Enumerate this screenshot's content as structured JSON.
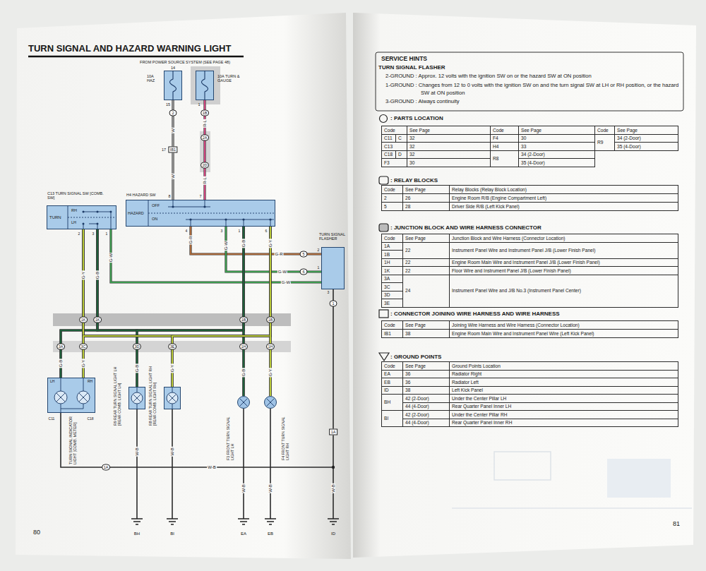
{
  "diagram": {
    "title": "TURN SIGNAL AND HAZARD WARNING LIGHT",
    "nodes": [
      {
        "text": [
          "10A HAZ"
        ]
      },
      {
        "text": [
          "10A TURN & GAUGE"
        ]
      },
      {
        "text": [
          "C13 TURN SIGNAL SW [COMB. SW]",
          "TURN",
          "RH",
          "LH"
        ]
      },
      {
        "text": [
          "H4 HAZARD SW",
          "HAZARD",
          "OFF",
          "ON"
        ]
      },
      {
        "text": [
          "TURN SIGNAL FLASHER"
        ]
      },
      {
        "text": [
          "TURN SIGNAL INDICATOR LIGHT [COMB. METER]",
          "LH",
          "RH"
        ]
      },
      {
        "text": [
          "R9 REAR TURN SIGNAL LIGHT LH [REAR COMB. LIGHT LH]"
        ]
      },
      {
        "text": [
          "R8 REAR TURN SIGNAL LIGHT RH [REAR COMB. LIGHT RH]"
        ]
      },
      {
        "text": [
          "F3 FRONT TURN SIGNAL LIGHT LH"
        ]
      },
      {
        "text": [
          "F4 FRONT TURN SIGNAL LIGHT RH"
        ]
      }
    ],
    "edges": [
      {
        "from": 0,
        "to": 3,
        "arrow": "none",
        "label": "W"
      },
      {
        "from": 1,
        "to": 3,
        "arrow": "none",
        "label": "R-L"
      },
      {
        "from": 3,
        "to": 4,
        "arrow": "none",
        "label": "G-R"
      },
      {
        "from": 3,
        "to": 4,
        "arrow": "none",
        "label": "G-W"
      },
      {
        "from": 2,
        "to": 4,
        "arrow": "none",
        "label": "G-W"
      },
      {
        "from": 2,
        "to": 5,
        "arrow": "none",
        "label": "G-B"
      },
      {
        "from": 2,
        "to": 6,
        "arrow": "none",
        "label": "G-B"
      },
      {
        "from": 2,
        "to": 8,
        "arrow": "none",
        "label": "G-B"
      },
      {
        "from": 3,
        "to": 5,
        "arrow": "none",
        "label": "G-B"
      },
      {
        "from": 3,
        "to": 6,
        "arrow": "none"
      },
      {
        "from": 3,
        "to": 8,
        "arrow": "none",
        "label": "G-B"
      },
      {
        "from": 2,
        "to": 5,
        "arrow": "none",
        "label": "G-Y"
      },
      {
        "from": 2,
        "to": 7,
        "arrow": "none",
        "label": "G-Y"
      },
      {
        "from": 2,
        "to": 9,
        "arrow": "none",
        "label": "G-Y"
      },
      {
        "from": 3,
        "to": 5,
        "arrow": "none",
        "label": "G-Y"
      },
      {
        "from": 3,
        "to": 7,
        "arrow": "none"
      },
      {
        "from": 3,
        "to": 9,
        "arrow": "none",
        "label": "G-Y"
      }
    ],
    "labels": [
      "FROM POWER SOURCE SYSTEM (SEE PAGE 48)",
      "14",
      "15",
      "2",
      "1",
      "1B",
      "2A",
      "17",
      "IB1",
      "W",
      "2D",
      "R-L",
      "8",
      "7",
      "2",
      "3",
      "1",
      "4",
      "3",
      "1",
      "6",
      "G-R",
      "G-W",
      "G-W",
      "5",
      "6",
      "2",
      "1",
      "3",
      "1K",
      "1K",
      "1B",
      "1B",
      "3A",
      "3C",
      "3D",
      "3E",
      "1H",
      "1H",
      "C11",
      "C18",
      "W-B",
      "W-B",
      "W-B",
      "W-B",
      "W-B",
      "W-B",
      "1A",
      "1A",
      "BH",
      "BI",
      "EA",
      "EB",
      "ID",
      "80",
      "1",
      "SERVICE HINTS",
      "TURN SIGNAL FLASHER",
      "2-GROUND : Approx. 12 volts with the ignition SW on or the hazard SW at ON position",
      "1-GROUND : Changes from 12 to 0 volts with the ignition SW on and the turn signal SW at LH or RH position, or the hazard SW at ON position",
      "3-GROUND : Always continuity",
      ": PARTS LOCATION",
      "Code",
      "See Page",
      "Code",
      "See Page",
      "Code",
      "See Page",
      "C11",
      "C",
      "32",
      "F4",
      "30",
      "R9",
      "34 (2-Door)",
      "C13",
      "32",
      "H4",
      "33",
      "35 (4-Door)",
      "C18",
      "D",
      "32",
      "R8",
      "34 (2-Door)",
      "F3",
      "30",
      "35 (4-Door)",
      ": RELAY BLOCKS",
      "Code",
      "See Page",
      "Relay Blocks (Relay Block Location)",
      "2",
      "26",
      "Engine Room R/B (Engine Compartment Left)",
      "5",
      "28",
      "Driver Side R/B (Left Kick Panel)",
      ": JUNCTION BLOCK AND WIRE HARNESS CONNECTOR",
      "Code",
      "See Page",
      "Junction Block and Wire Harness (Connector Location)",
      "1A",
      "22",
      "Instrument Panel Wire and Instrument Panel J/B (Lower Finish Panel)",
      "1B",
      "1H",
      "22",
      "Engine Room Main Wire and Instrument Panel J/B (Lower Finish Panel)",
      "1K",
      "22",
      "Floor Wire and Instrument Panel J/B (Lower Finish Panel)",
      "3A",
      "24",
      "Instrument Panel Wire and J/B No.3 (Instrument Panel Center)",
      "3C",
      "3D",
      "3E",
      ": CONNECTOR JOINING WIRE HARNESS AND WIRE HARNESS",
      "Code",
      "See Page",
      "Joining Wire Harness and Wire Harness (Connector Location)",
      "IB1",
      "38",
      "Engine Room Main Wire and Instrument Panel Wire (Left Kick Panel)",
      ": GROUND POINTS",
      "Code",
      "See Page",
      "Ground Points Location",
      "EA",
      "36",
      "Radiator Right",
      "EB",
      "36",
      "Radiator Left",
      "ID",
      "38",
      "Left Kick Panel",
      "BH",
      "42 (2-Door)",
      "Under the Center Pillar LH",
      "44 (4-Door)",
      "Rear Quarter Panel Inner LH",
      "BI",
      "42 (2-Door)",
      "Under the Center Pillar RH",
      "44 (4-Door)",
      "Rear Quarter Panel Inner RH",
      "81"
    ]
  }
}
